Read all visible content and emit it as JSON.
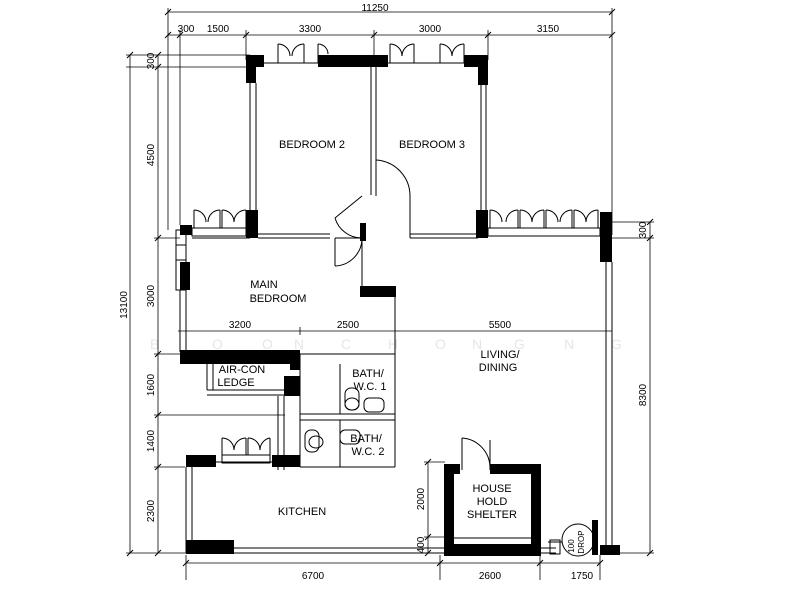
{
  "watermark": {
    "letters": [
      "B",
      "O",
      "O",
      "N",
      "C",
      "H",
      "O",
      "N",
      "G",
      "N",
      "G"
    ]
  },
  "rooms": {
    "bedroom2": "BEDROOM 2",
    "bedroom3": "BEDROOM 3",
    "main_bedroom_1": "MAIN",
    "main_bedroom_2": "BEDROOM",
    "living_1": "LIVING/",
    "living_2": "DINING",
    "aircon_1": "AIR-CON",
    "aircon_2": "LEDGE",
    "bath1_1": "BATH/",
    "bath1_2": "W.C. 1",
    "bath2_1": "BATH/",
    "bath2_2": "W.C. 2",
    "kitchen": "KITCHEN",
    "shelter_1": "HOUSE",
    "shelter_2": "HOLD",
    "shelter_3": "SHELTER",
    "drop_1": "100",
    "drop_2": "DROP"
  },
  "dimensions": {
    "top_total": "11250",
    "top_segments": [
      "300",
      "1500",
      "3300",
      "3000",
      "3150"
    ],
    "left_total": "13100",
    "left_segments": [
      "300",
      "4500",
      "3000",
      "1600",
      "1400",
      "2300"
    ],
    "right_segments": [
      "300",
      "8300"
    ],
    "mid_segments": [
      "3200",
      "2500",
      "5500"
    ],
    "bottom_segments": [
      "6700",
      "2600",
      "1750"
    ],
    "shelter_segments": [
      "2000",
      "400"
    ]
  }
}
